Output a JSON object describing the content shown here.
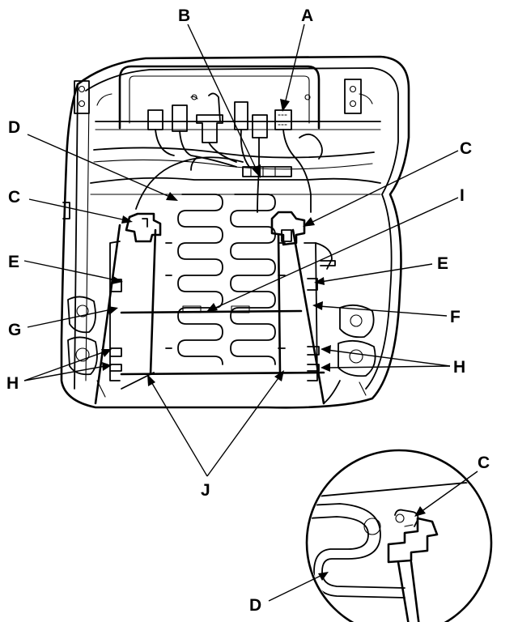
{
  "callouts": {
    "a": "A",
    "b": "B",
    "c_left": "C",
    "c_right": "C",
    "c_inset": "C",
    "d_main": "D",
    "d_inset": "D",
    "e_left": "E",
    "e_right": "E",
    "f": "F",
    "g": "G",
    "h_left": "H",
    "h_right": "H",
    "i": "I",
    "j": "J"
  }
}
